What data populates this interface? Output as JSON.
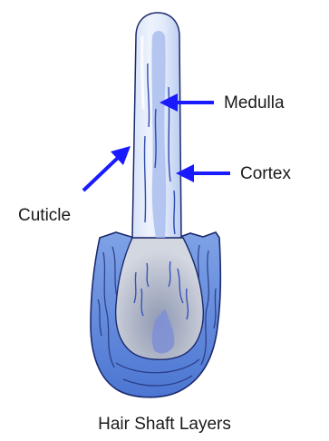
{
  "diagram": {
    "caption": "Hair Shaft Layers",
    "labels": {
      "medulla": "Medulla",
      "cortex": "Cortex",
      "cuticle": "Cuticle"
    },
    "colors": {
      "arrow": "#1a1aff",
      "outline": "#1c2a6e",
      "shaft_light": "#e3ecfb",
      "shaft_blue": "#9fb6ec",
      "follicle_blue": "#5b86dd",
      "bulb_grey": "#b9bfcc"
    }
  }
}
